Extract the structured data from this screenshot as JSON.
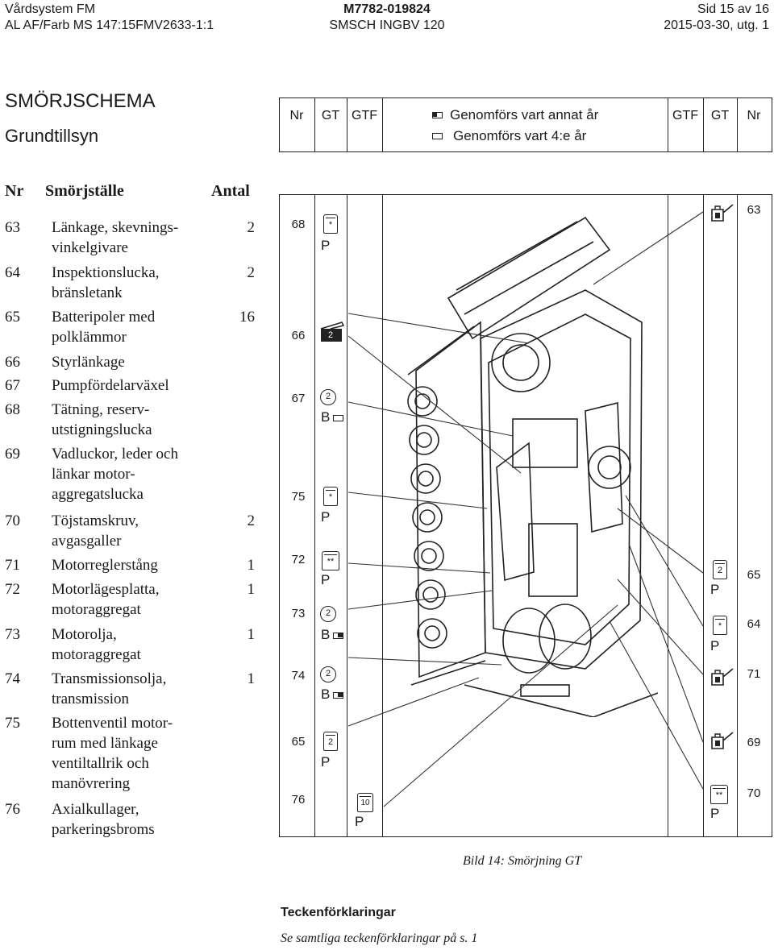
{
  "header": {
    "left_line1": "Vårdsystem FM",
    "left_line2": "AL AF/Farb MS 147:15FMV2633-1:1",
    "center_line1": "M7782-019824",
    "center_line2": "SMSCH INGBV 120",
    "right_line1": "Sid 15 av 16",
    "right_line2": "2015-03-30, utg. 1"
  },
  "title": {
    "main": "SMÖRJSCHEMA",
    "sub": "Grundtillsyn"
  },
  "legend_header": {
    "left_cols": [
      "Nr",
      "GT",
      "GTF"
    ],
    "right_cols": [
      "GTF",
      "GT",
      "Nr"
    ],
    "line1": "Genomförs vart annat år",
    "line2": "Genomförs vart 4:e år"
  },
  "table": {
    "headers": {
      "nr": "Nr",
      "name": "Smörjställe",
      "qty": "Antal"
    },
    "rows": [
      {
        "nr": "63",
        "name": [
          "Länkage, skevnings-",
          "vinkelgivare"
        ],
        "qty": "2"
      },
      {
        "nr": "64",
        "name": [
          "Inspektionslucka,",
          "bränsletank"
        ],
        "qty": "2"
      },
      {
        "nr": "65",
        "name": [
          "Batteripoler med",
          "polklämmor"
        ],
        "qty": "16"
      },
      {
        "nr": "66",
        "name": [
          "Styrlänkage"
        ],
        "qty": ""
      },
      {
        "nr": "67",
        "name": [
          "Pumpfördelarväxel"
        ],
        "qty": ""
      },
      {
        "nr": "68",
        "name": [
          "Tätning, reserv-",
          "utstigningslucka"
        ],
        "qty": ""
      },
      {
        "nr": "69",
        "name": [
          "Vadluckor, leder och",
          "länkar motor-",
          "aggregatslucka"
        ],
        "qty": ""
      },
      {
        "nr": "70",
        "name": [
          "Töjstamskruv,",
          "avgasgaller"
        ],
        "qty": "2"
      },
      {
        "nr": "71",
        "name": [
          "Motorreglerstång"
        ],
        "qty": "1"
      },
      {
        "nr": "72",
        "name": [
          "Motorlägesplatta,",
          "motoraggregat"
        ],
        "qty": "1"
      },
      {
        "nr": "73",
        "name": [
          "Motorolja,",
          "motoraggregat"
        ],
        "qty": "1"
      },
      {
        "nr": "74",
        "name": [
          "Transmissionsolja,",
          "transmission"
        ],
        "qty": "1"
      },
      {
        "nr": "75",
        "name": [
          "Bottenventil motor-",
          "rum med länkage",
          "ventiltallrik och",
          "manövrering"
        ],
        "qty": ""
      },
      {
        "nr": "76",
        "name": [
          "Axialkullager,",
          "parkeringsbroms"
        ],
        "qty": ""
      }
    ]
  },
  "left_column_items": [
    {
      "nr": "68",
      "can": "*",
      "letter": "P"
    },
    {
      "nr": "66",
      "can": "2",
      "letter": ""
    },
    {
      "nr": "67",
      "can": "2",
      "letter": "B"
    },
    {
      "nr": "75",
      "can": "*",
      "letter": "P"
    },
    {
      "nr": "72",
      "can": "**",
      "letter": "P"
    },
    {
      "nr": "73",
      "can": "2",
      "letter": "B"
    },
    {
      "nr": "74",
      "can": "2",
      "letter": "B"
    },
    {
      "nr": "65",
      "can": "2",
      "letter": "P"
    },
    {
      "nr": "76",
      "can": "10",
      "letter": "P"
    }
  ],
  "right_column_items": [
    {
      "nr": "63",
      "can": "",
      "letter": ""
    },
    {
      "nr": "65",
      "can": "2",
      "letter": "P"
    },
    {
      "nr": "64",
      "can": "*",
      "letter": "P"
    },
    {
      "nr": "71",
      "can": "",
      "letter": ""
    },
    {
      "nr": "69",
      "can": "",
      "letter": ""
    },
    {
      "nr": "70",
      "can": "**",
      "letter": "P"
    }
  ],
  "figure_caption": "Bild 14: Smörjning GT",
  "footer": {
    "title": "Teckenförklaringar",
    "text": "Se samtliga teckenförklaringar på s. 1"
  }
}
